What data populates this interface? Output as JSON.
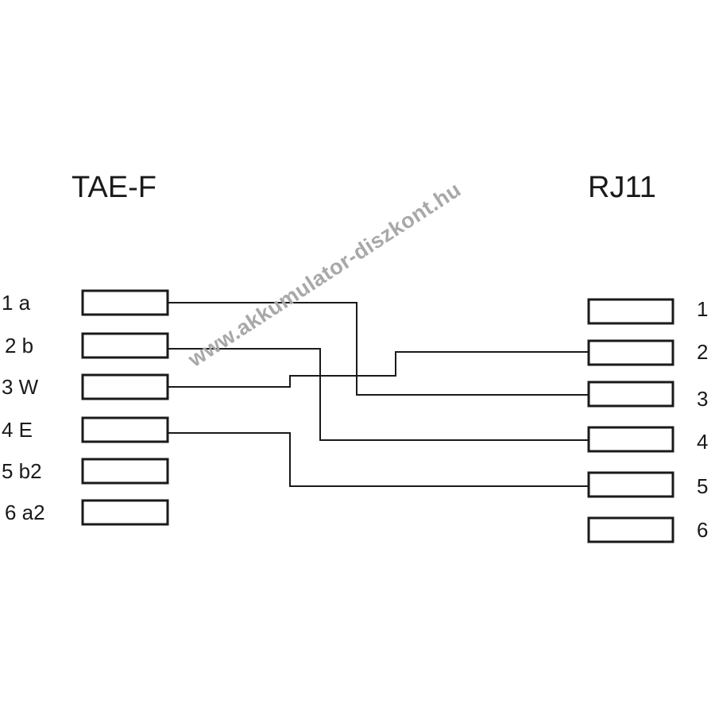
{
  "left_connector": {
    "title": "TAE-F",
    "pins": [
      "1 a",
      "2 b",
      "3 W",
      "4 E",
      "5 b2",
      "6 a2"
    ]
  },
  "right_connector": {
    "title": "RJ11",
    "pins": [
      "1",
      "2",
      "3",
      "4",
      "5",
      "6"
    ]
  },
  "connections": [
    {
      "from": "1 a",
      "to": "3"
    },
    {
      "from": "2 b",
      "to": "4"
    },
    {
      "from": "3 W",
      "to": "2"
    },
    {
      "from": "4 E",
      "to": "5"
    }
  ],
  "watermark": "www.akkumulator-diszkont.hu",
  "colors": {
    "line": "#1a1a1a",
    "watermark": "#a8a8a8"
  }
}
